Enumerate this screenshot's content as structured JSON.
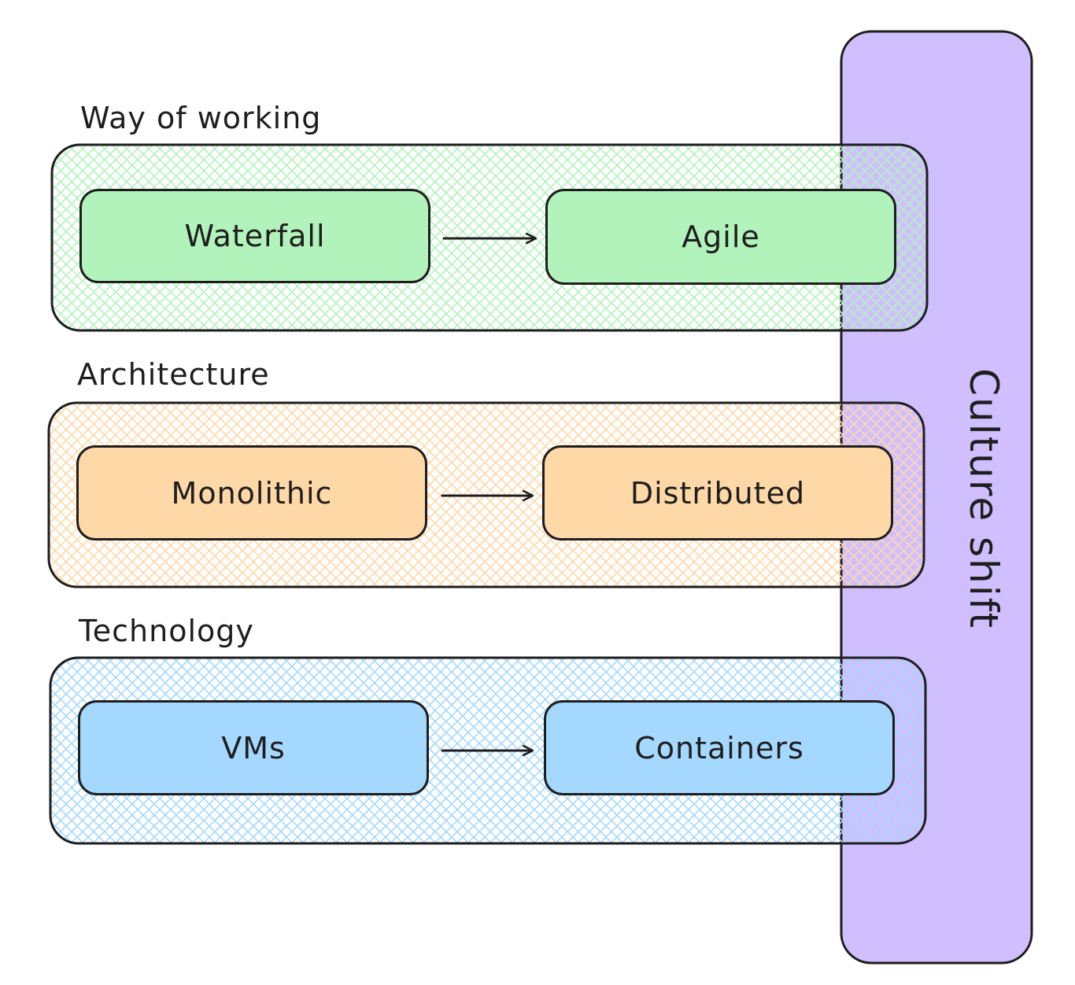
{
  "groups": [
    {
      "label": "Way of working",
      "color": "#b2f2bb",
      "from": "Waterfall",
      "to": "Agile"
    },
    {
      "label": "Architecture",
      "color": "#ffd8a8",
      "from": "Monolithic",
      "to": "Distributed"
    },
    {
      "label": "Technology",
      "color": "#a5d8ff",
      "from": "VMs",
      "to": "Containers"
    }
  ],
  "culture": {
    "label": "Culture shift",
    "color": "#d0bfff"
  },
  "stroke_color": "#1e1e1e"
}
